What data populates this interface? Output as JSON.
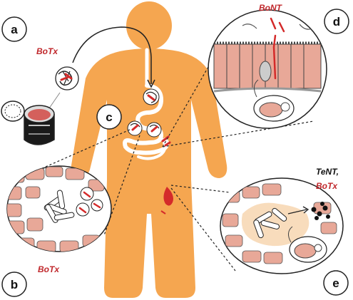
{
  "panels": {
    "a": "a",
    "b": "b",
    "c": "c",
    "d": "d",
    "e": "e"
  },
  "labels": {
    "botx_top": "BoTx",
    "botx_bottom": "BoTx",
    "bont": "BoNT",
    "tent": "TeNT,",
    "botx_right": "BoTx"
  },
  "colors": {
    "body": "#F5A650",
    "toxin": "#D42A2A",
    "cell": "#E8A898",
    "bacteria": "#FFFFFF",
    "label_red": "#C0282C"
  }
}
